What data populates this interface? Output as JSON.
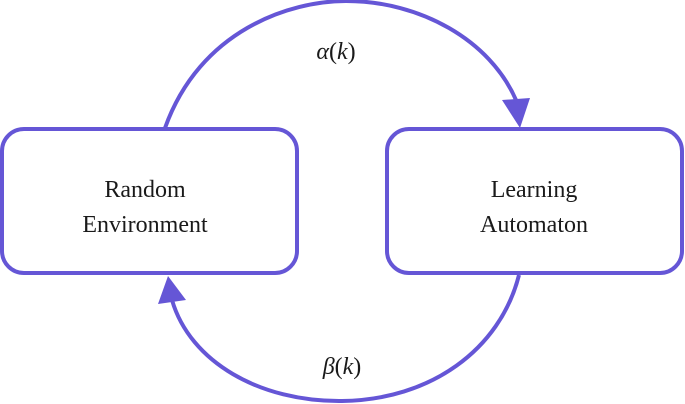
{
  "diagram": {
    "accent_color": "#6556d6",
    "left_box": {
      "line1": "Random",
      "line2": "Environment"
    },
    "right_box": {
      "line1": "Learning",
      "line2": "Automaton"
    },
    "top_signal": {
      "symbol": "α",
      "open": "(",
      "arg": "k",
      "close": ")"
    },
    "bottom_signal": {
      "symbol": "β",
      "open": "(",
      "arg": "k",
      "close": ")"
    }
  }
}
